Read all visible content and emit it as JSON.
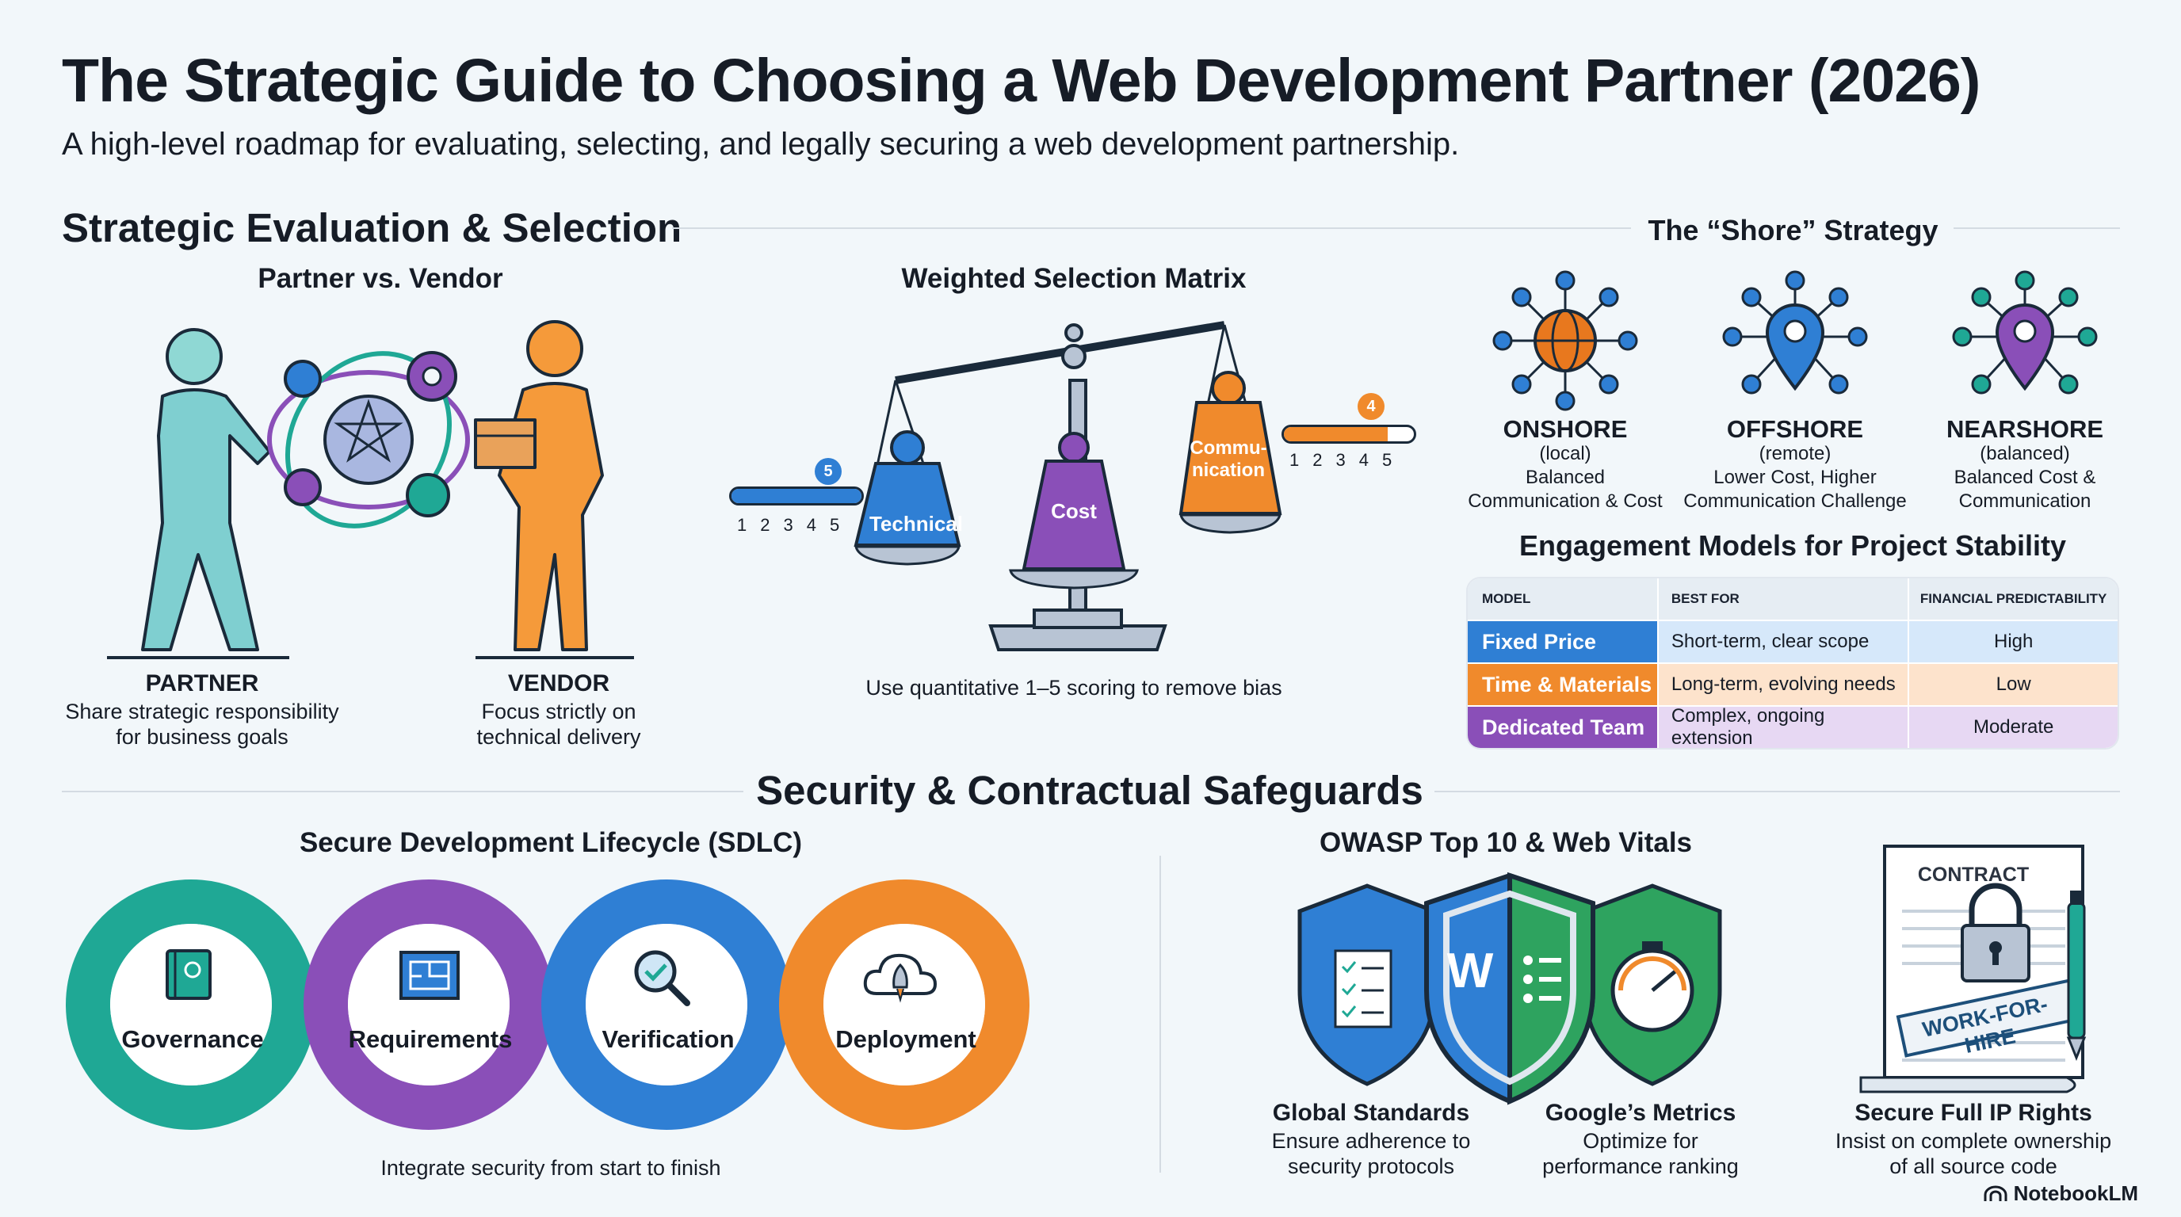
{
  "title": "The Strategic Guide to Choosing a Web Development Partner (2026)",
  "subtitle": "A high-level roadmap for evaluating, selecting, and legally securing a web development partnership.",
  "section1": {
    "title": "Strategic Evaluation & Selection",
    "partner_vendor": {
      "title": "Partner vs. Vendor",
      "partner_label": "PARTNER",
      "partner_desc_1": "Share strategic responsibility",
      "partner_desc_2": "for business goals",
      "vendor_label": "VENDOR",
      "vendor_desc_1": "Focus strictly on",
      "vendor_desc_2": "technical delivery"
    },
    "matrix": {
      "title": "Weighted Selection Matrix",
      "weight_technical": "Technical",
      "weight_cost": "Cost",
      "weight_comm_1": "Commu-",
      "weight_comm_2": "nication",
      "left_score": 5,
      "right_score": 4,
      "ticks": [
        "1",
        "2",
        "3",
        "4",
        "5"
      ],
      "caption": "Use quantitative 1–5 scoring to remove bias"
    }
  },
  "shore": {
    "title": "The “Shore” Strategy",
    "items": [
      {
        "name": "ONSHORE",
        "qual": "(local)",
        "desc1": "Balanced",
        "desc2": "Communication & Cost",
        "color": "#e8781e"
      },
      {
        "name": "OFFSHORE",
        "qual": "(remote)",
        "desc1": "Lower Cost, Higher",
        "desc2": "Communication Challenge",
        "color": "#2f7fd4"
      },
      {
        "name": "NEARSHORE",
        "qual": "(balanced)",
        "desc1": "Balanced Cost &",
        "desc2": "Communication",
        "color": "#8a4fb8"
      }
    ]
  },
  "engagement": {
    "title": "Engagement Models for Project Stability",
    "headers": [
      "MODEL",
      "BEST FOR",
      "FINANCIAL PREDICTABILITY"
    ],
    "rows": [
      {
        "model": "Fixed Price",
        "best_for": "Short-term, clear scope",
        "predictability": "High",
        "color": "#2f7fd4",
        "tint": "#d6e8fa"
      },
      {
        "model": "Time & Materials",
        "best_for": "Long-term, evolving needs",
        "predictability": "Low",
        "color": "#f08a2c",
        "tint": "#fde3cc"
      },
      {
        "model": "Dedicated Team",
        "best_for": "Complex, ongoing extension",
        "predictability": "Moderate",
        "color": "#8a4fb8",
        "tint": "#e7d8f3"
      }
    ]
  },
  "section2": {
    "title": "Security & Contractual Safeguards",
    "sdlc": {
      "title": "Secure Development Lifecycle (SDLC)",
      "stages": [
        "Governance",
        "Requirements",
        "Verification",
        "Deployment"
      ],
      "caption": "Integrate security from start to finish"
    },
    "owasp": {
      "title": "OWASP Top 10 & Web Vitals",
      "shield_letter": "W",
      "left_title": "Global Standards",
      "left_desc_1": "Ensure adherence to",
      "left_desc_2": "security protocols",
      "right_title": "Google’s Metrics",
      "right_desc_1": "Optimize for",
      "right_desc_2": "performance ranking"
    },
    "contract": {
      "heading": "CONTRACT",
      "stamp": "WORK-FOR-HIRE",
      "title": "Secure Full IP Rights",
      "desc_1": "Insist on complete ownership",
      "desc_2": "of all source code"
    }
  },
  "brand": "NotebookLM",
  "colors": {
    "teal": "#1fa895",
    "purple": "#8a4fb8",
    "blue": "#2f7fd4",
    "orange": "#f08a2c",
    "green": "#2ea35f"
  }
}
